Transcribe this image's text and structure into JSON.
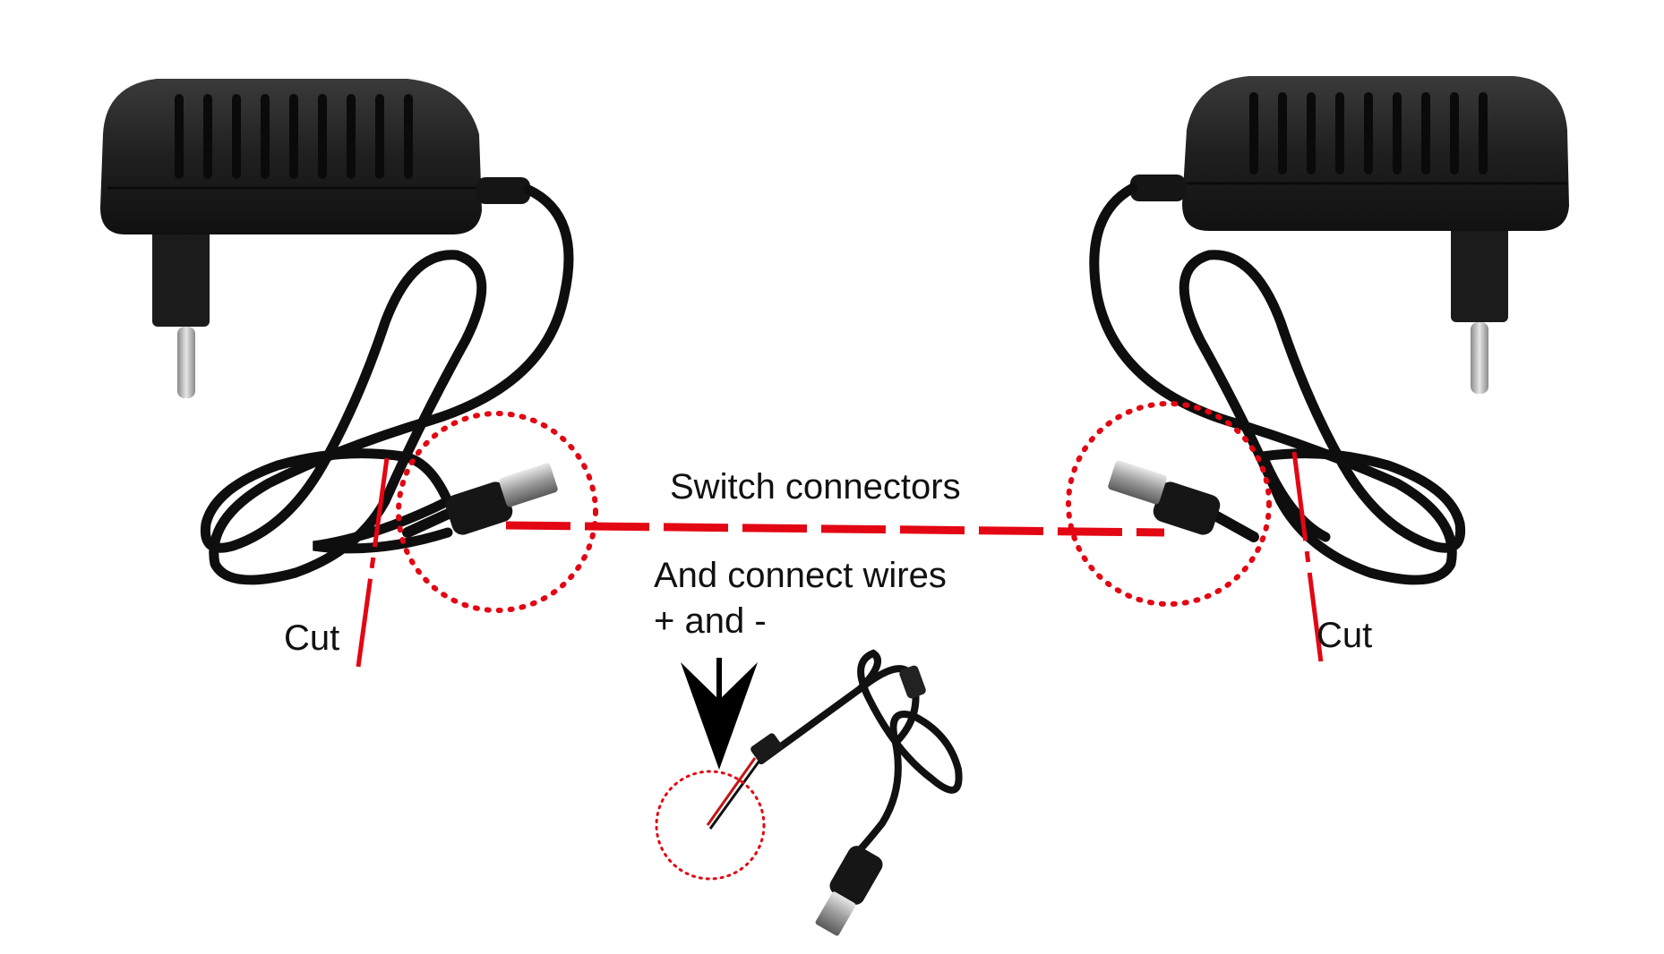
{
  "labels": {
    "switch": "Switch connectors",
    "connect_line1": "And connect wires",
    "connect_line2": "+ and -",
    "cut_left": "Cut",
    "cut_right": "Cut"
  },
  "colors": {
    "annotation": "#e30613",
    "adapter_body": "#1d1d1d",
    "cable": "#0e0e0e",
    "pin": "#bdbdbd",
    "arrow": "#000000",
    "text": "#111111"
  },
  "icons": {
    "adapter": "power-adapter-icon",
    "dc_plug": "dc-barrel-plug-icon",
    "arrow": "arrow-down-icon"
  }
}
